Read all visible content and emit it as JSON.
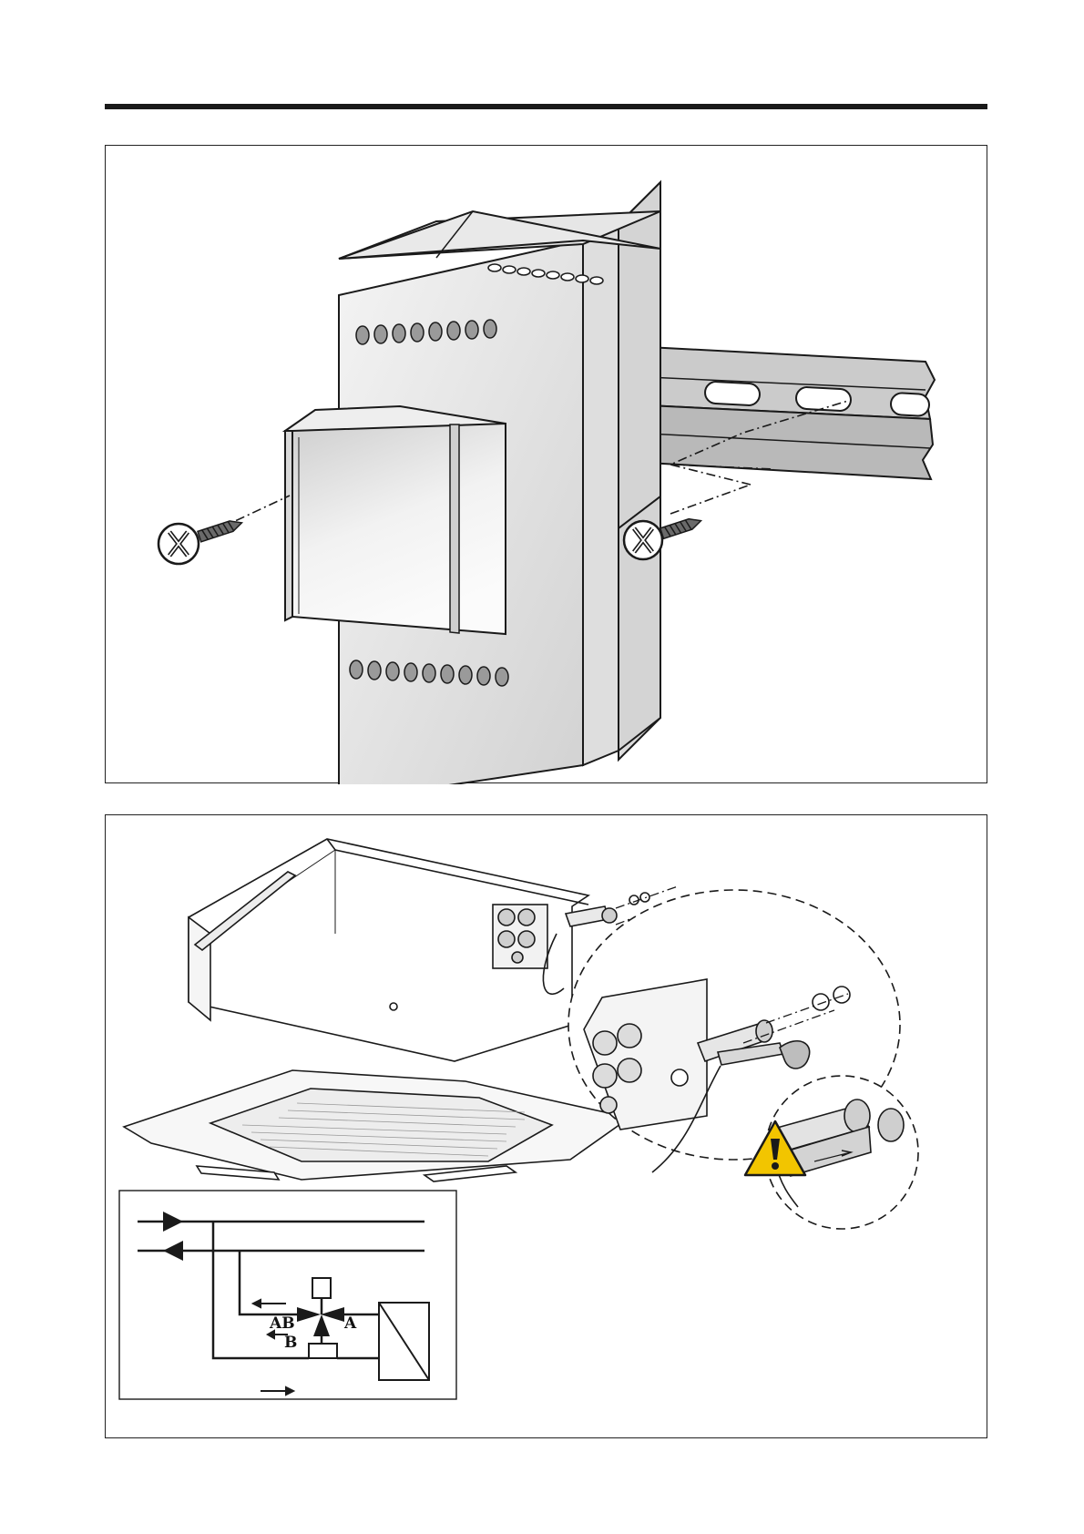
{
  "schematic": {
    "port_ab": "AB",
    "port_a": "A",
    "port_b": "B"
  },
  "colors": {
    "line": "#1a1a1a",
    "housing_light": "#ededed",
    "housing_mid": "#dcdcdc",
    "housing_dark": "#c4c4c4",
    "rail": "#bdbdbd",
    "warning_yellow": "#f2c500"
  },
  "icons": [
    "screw-icon",
    "warning-icon",
    "flow-arrow-icon"
  ]
}
